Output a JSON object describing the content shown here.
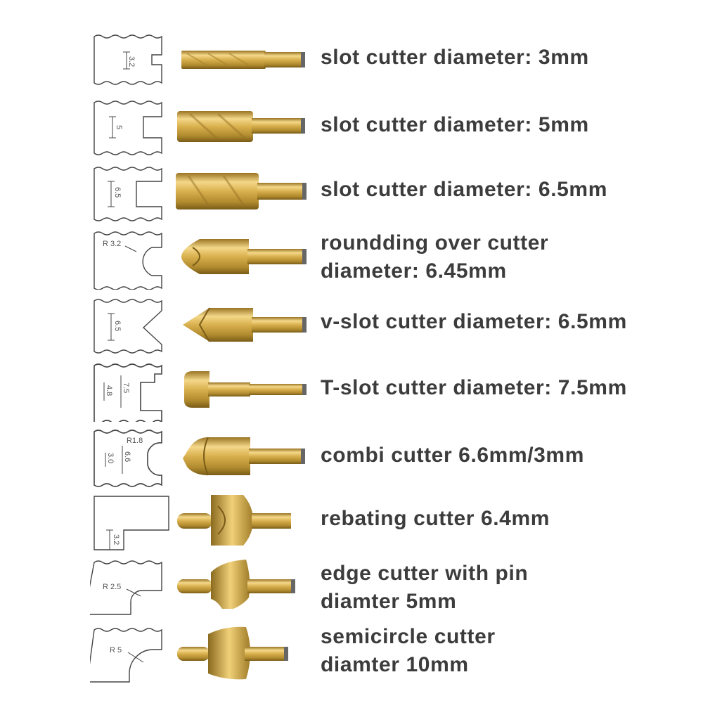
{
  "items": [
    {
      "line1": "slot cutter   diameter: 3mm",
      "line2": "",
      "dim1": "3.2",
      "dim2": ""
    },
    {
      "line1": "slot cutter   diameter: 5mm",
      "line2": "",
      "dim1": "5",
      "dim2": ""
    },
    {
      "line1": "slot cutter   diameter: 6.5mm",
      "line2": "",
      "dim1": "6.5",
      "dim2": ""
    },
    {
      "line1": "roundding over cutter",
      "line2": "diameter: 6.45mm",
      "dim1": "R 3.2",
      "dim2": ""
    },
    {
      "line1": "v-slot cutter  diameter: 6.5mm",
      "line2": "",
      "dim1": "6.5",
      "dim2": ""
    },
    {
      "line1": "T-slot cutter  diameter: 7.5mm",
      "line2": "",
      "dim1": "7.5",
      "dim2": "4.8"
    },
    {
      "line1": "combi cutter 6.6mm/3mm",
      "line2": "",
      "dim1": "6.6",
      "dim2": "3.0",
      "dim3": "R1.8"
    },
    {
      "line1": "rebating cutter 6.4mm",
      "line2": "",
      "dim1": "3.2",
      "dim2": ""
    },
    {
      "line1": "edge cutter with pin",
      "line2": "diamter 5mm",
      "dim1": "R 2.5",
      "dim2": ""
    },
    {
      "line1": "semicircle cutter",
      "line2": "diamter 10mm",
      "dim1": "R 5",
      "dim2": ""
    }
  ],
  "colors": {
    "gold_light": "#f2d27a",
    "gold_mid": "#c9a043",
    "gold_dark": "#8a6a1e",
    "text": "#3c3c3c"
  }
}
